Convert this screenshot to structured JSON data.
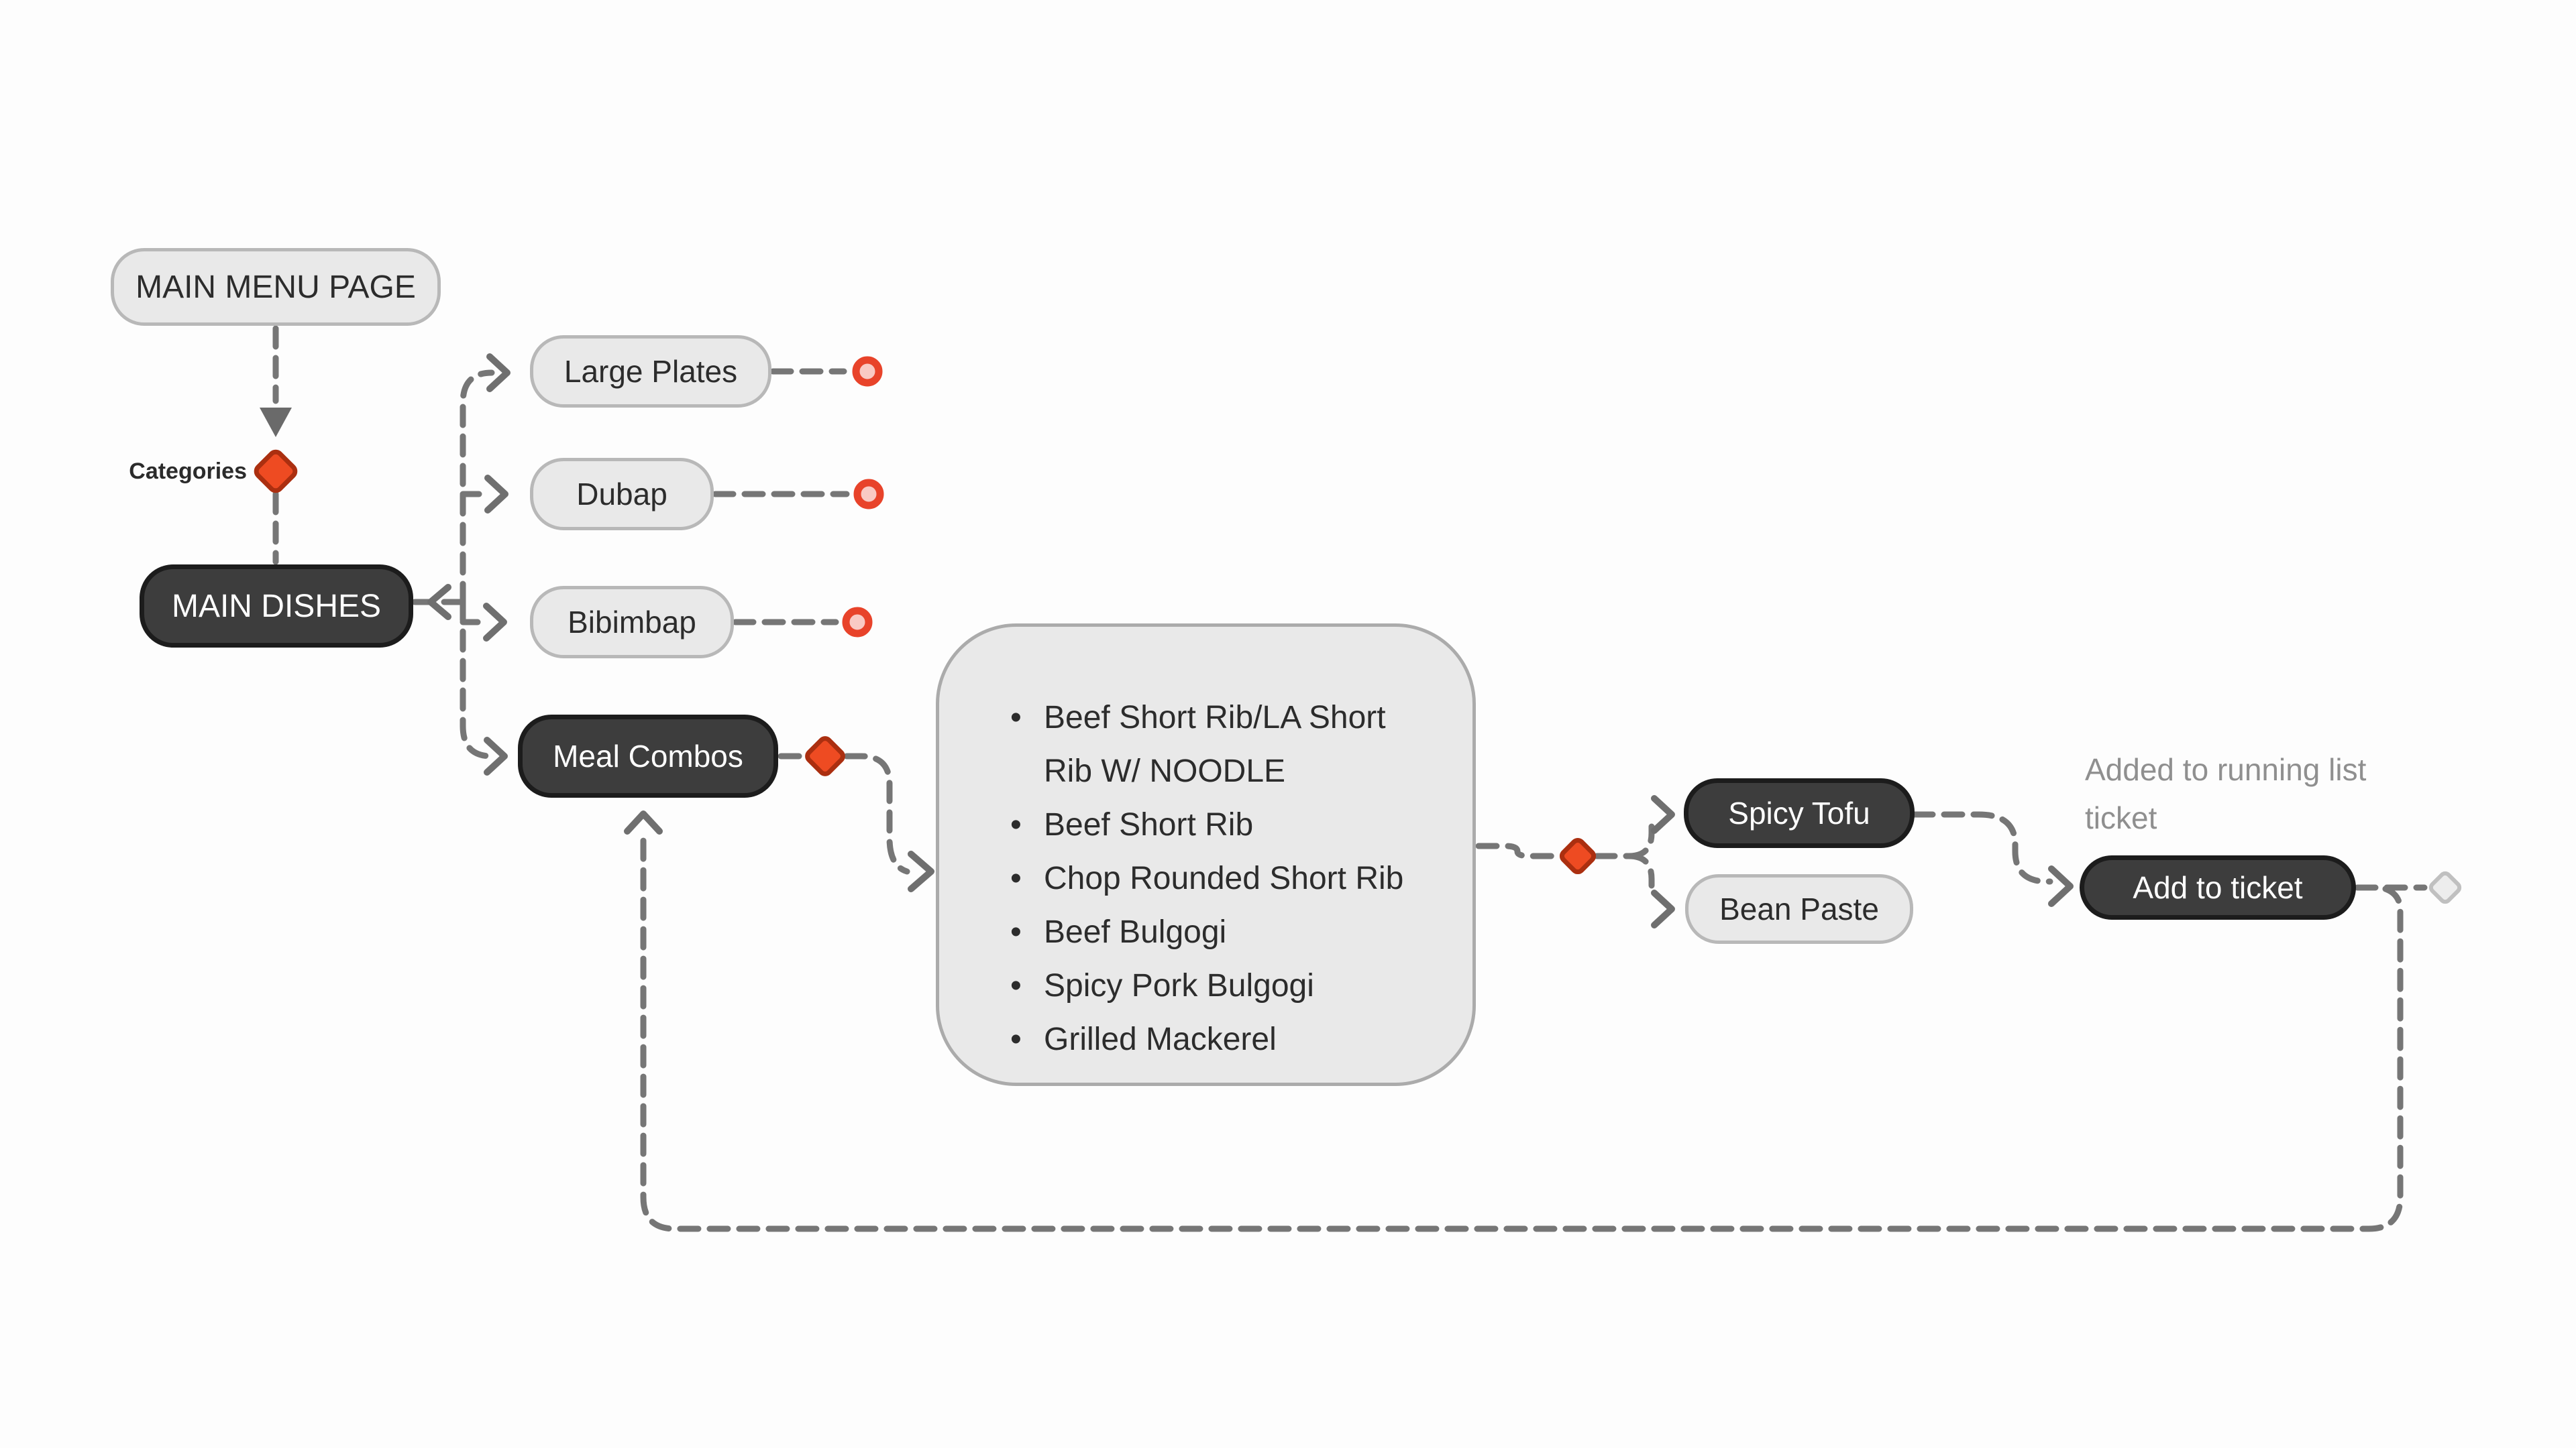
{
  "flow": {
    "main_menu_page": "MAIN MENU PAGE",
    "categories_label": "Categories",
    "main_dishes": "MAIN DISHES",
    "categories": {
      "large_plates": "Large Plates",
      "dubap": "Dubap",
      "bibimbap": "Bibimbap",
      "meal_combos": "Meal Combos"
    },
    "combo_box": {
      "items": [
        "Beef Short Rib/LA Short Rib W/ NOODLE",
        "Beef Short Rib",
        "Chop Rounded Short Rib",
        "Beef Bulgogi",
        "Spicy Pork Bulgogi",
        "Grilled Mackerel"
      ]
    },
    "options": {
      "spicy_tofu": "Spicy Tofu",
      "bean_paste": "Bean Paste"
    },
    "add_to_ticket": "Add to ticket",
    "note": "Added to running list ticket"
  },
  "colors": {
    "background": "#fdfdfd",
    "node_dark_fill": "#3d3d3d",
    "node_dark_border": "#1c1c1c",
    "node_light_fill": "#e9e9e9",
    "node_light_border": "#b8b8b8",
    "connector_gray": "#767676",
    "arrow_gray": "#6f6f6f",
    "accent_red": "#e8432a",
    "accent_red_bright": "#ee4b22",
    "accent_red_dark": "#ab2f10",
    "marker_pink_fill": "#f9cac4",
    "gray_marker_fill": "#ededed",
    "gray_marker_border": "#c0c0c0",
    "note_gray": "#8f8f8f",
    "text_dark": "#2c2c2c"
  }
}
